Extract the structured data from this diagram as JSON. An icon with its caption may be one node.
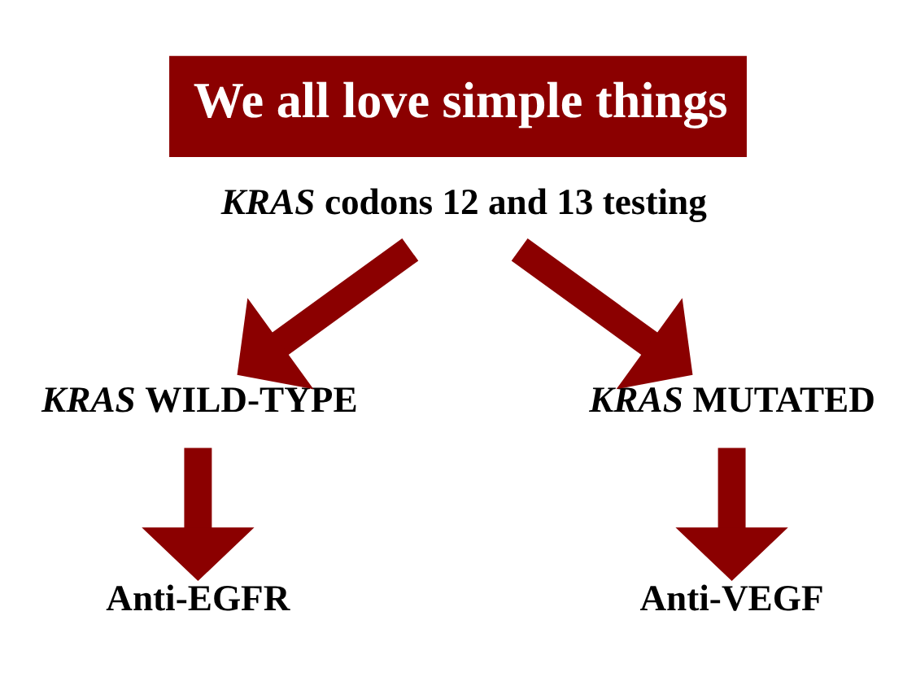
{
  "diagram": {
    "title": "We all love simple things",
    "nodes": [
      {
        "text": [
          "*KRAS* codons 12 and 13 testing"
        ]
      },
      {
        "text": [
          "*KRAS* WILD-TYPE"
        ]
      },
      {
        "text": [
          "*KRAS* MUTATED"
        ]
      },
      {
        "text": [
          "Anti-EGFR"
        ]
      },
      {
        "text": [
          "Anti-VEGF"
        ]
      }
    ],
    "edges": [
      {
        "from": 0,
        "to": 1,
        "arrow": "to"
      },
      {
        "from": 0,
        "to": 2,
        "arrow": "to"
      },
      {
        "from": 1,
        "to": 3,
        "arrow": "to"
      },
      {
        "from": 2,
        "to": 4,
        "arrow": "to"
      }
    ]
  }
}
